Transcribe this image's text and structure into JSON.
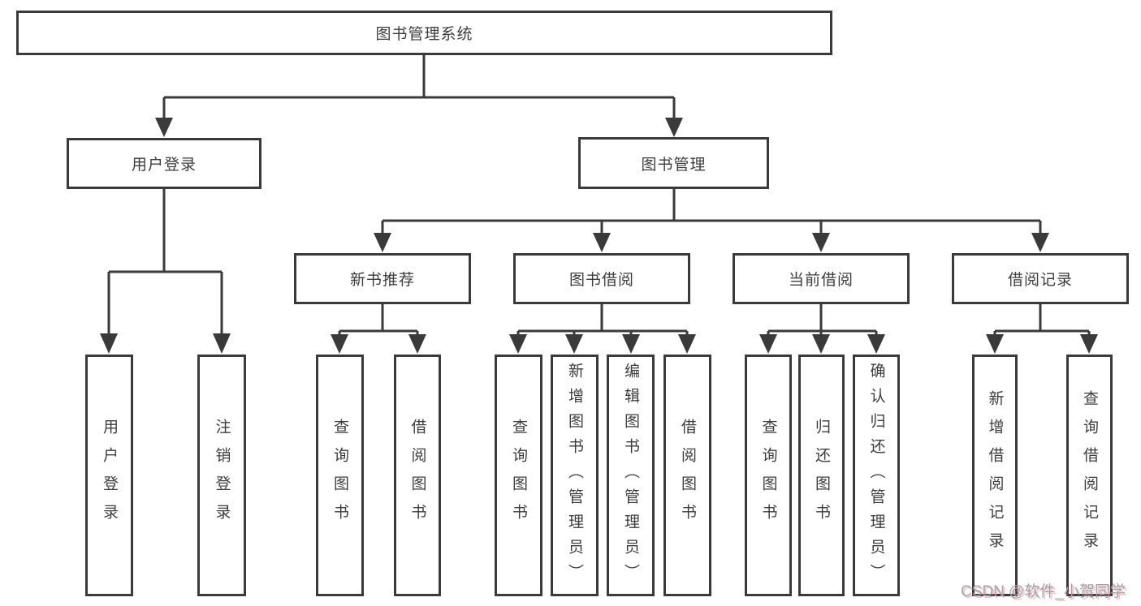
{
  "tree": {
    "label": "图书管理系统",
    "children": [
      {
        "label": "用户登录",
        "children": [
          {
            "label": "用户登录"
          },
          {
            "label": "注销登录"
          }
        ]
      },
      {
        "label": "图书管理",
        "children": [
          {
            "label": "新书推荐",
            "children": [
              {
                "label": "查询图书"
              },
              {
                "label": "借阅图书"
              }
            ]
          },
          {
            "label": "图书借阅",
            "children": [
              {
                "label": "查询图书"
              },
              {
                "label": "新增图书（管理员）"
              },
              {
                "label": "编辑图书（管理员）"
              },
              {
                "label": "借阅图书"
              }
            ]
          },
          {
            "label": "当前借阅",
            "children": [
              {
                "label": "查询图书"
              },
              {
                "label": "归还图书"
              },
              {
                "label": "确认归还（管理员）"
              }
            ]
          },
          {
            "label": "借阅记录",
            "children": [
              {
                "label": "新增借阅记录"
              },
              {
                "label": "查询借阅记录"
              }
            ]
          }
        ]
      }
    ]
  },
  "watermark": {
    "text": "CSDN @软件_小贺同学"
  },
  "colors": {
    "line": "#3a3a3a",
    "box_border": "#3a3a3a",
    "box_fill": "#ffffff",
    "text": "#3d3d3d",
    "background": "#ffffff",
    "watermark": "#a2a2ae"
  }
}
